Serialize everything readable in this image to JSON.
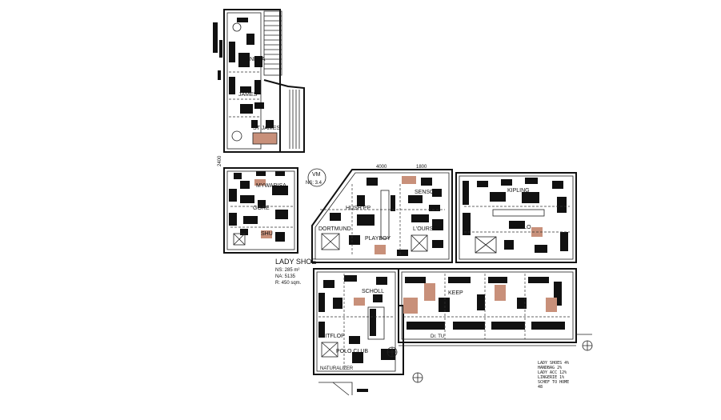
{
  "drawing": {
    "labels": {
      "nena": "NENA",
      "james": "JAMES",
      "st_james": "ST JAMES",
      "mywarisa": "MYWARISA",
      "gore": "GORE",
      "shu": "SHU",
      "vm": "VM",
      "vm_sub": "NS: 3.4",
      "hush_pp": "HUSH PP",
      "senso": "SENSO",
      "dortmund": "DORTMUND",
      "playboy": "PLAYBOY",
      "lourson": "L'OURSON",
      "kipling": "KIPLING",
      "anello": "ANELLO",
      "lady_shoes": "LADY SHOE",
      "lady_ns": "NS: 285 m²",
      "lady_na": "NA: 5135",
      "lady_r": "R: 450 sqm.",
      "scholl": "SCHOLL",
      "keep": "KEEP",
      "fitflop": "FITFLOP",
      "dr_tu": "Dr. TU",
      "polo_club": "POLO CLUB",
      "naturalizer": "NATURALIZER",
      "dim_2400": "2400",
      "dim_top1": "4000",
      "dim_top2": "1800"
    },
    "legend": [
      "LADY SHOES 4%",
      "HANDBAG 2%",
      "LADY ACC 12%",
      "LINGERIE 1%",
      "SCHEF TO HOME",
      "48"
    ]
  }
}
